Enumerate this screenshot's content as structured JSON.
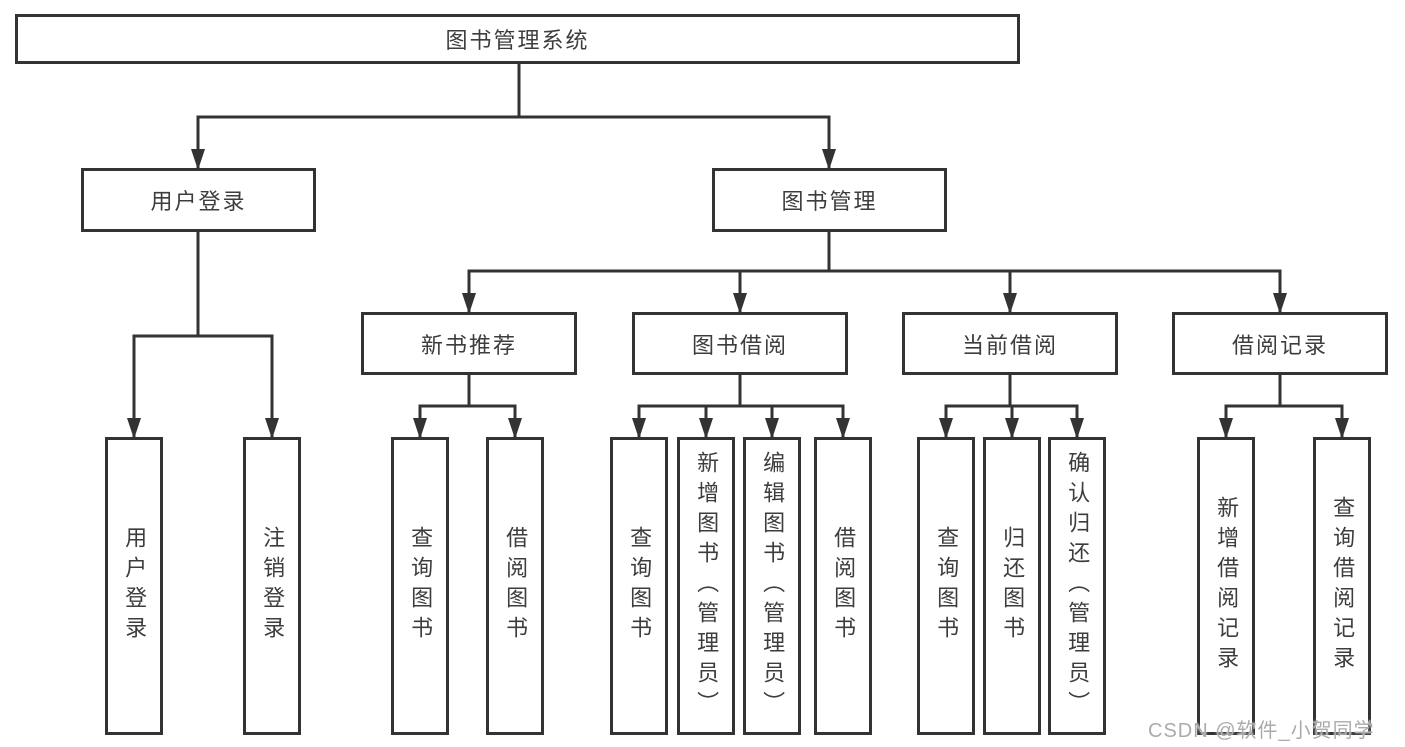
{
  "diagram_title": "图书管理系统",
  "tree": {
    "root": {
      "label": "图书管理系统"
    },
    "branches": [
      {
        "label": "用户登录",
        "children": [
          {
            "label": "用户登录"
          },
          {
            "label": "注销登录"
          }
        ]
      },
      {
        "label": "图书管理",
        "children": [
          {
            "label": "新书推荐",
            "children": [
              {
                "label": "查询图书"
              },
              {
                "label": "借阅图书"
              }
            ]
          },
          {
            "label": "图书借阅",
            "children": [
              {
                "label": "查询图书"
              },
              {
                "label": "新增图书（管理员）"
              },
              {
                "label": "编辑图书（管理员）"
              },
              {
                "label": "借阅图书"
              }
            ]
          },
          {
            "label": "当前借阅",
            "children": [
              {
                "label": "查询图书"
              },
              {
                "label": "归还图书"
              },
              {
                "label": "确认归还（管理员）"
              }
            ]
          },
          {
            "label": "借阅记录",
            "children": [
              {
                "label": "新增借阅记录"
              },
              {
                "label": "查询借阅记录"
              }
            ]
          }
        ]
      }
    ]
  },
  "watermark": {
    "text": "CSDN @软件_小贺同学"
  },
  "colors": {
    "line": "#333333",
    "text": "#3d3d3d",
    "watermark": "#ababab",
    "background": "#ffffff"
  }
}
